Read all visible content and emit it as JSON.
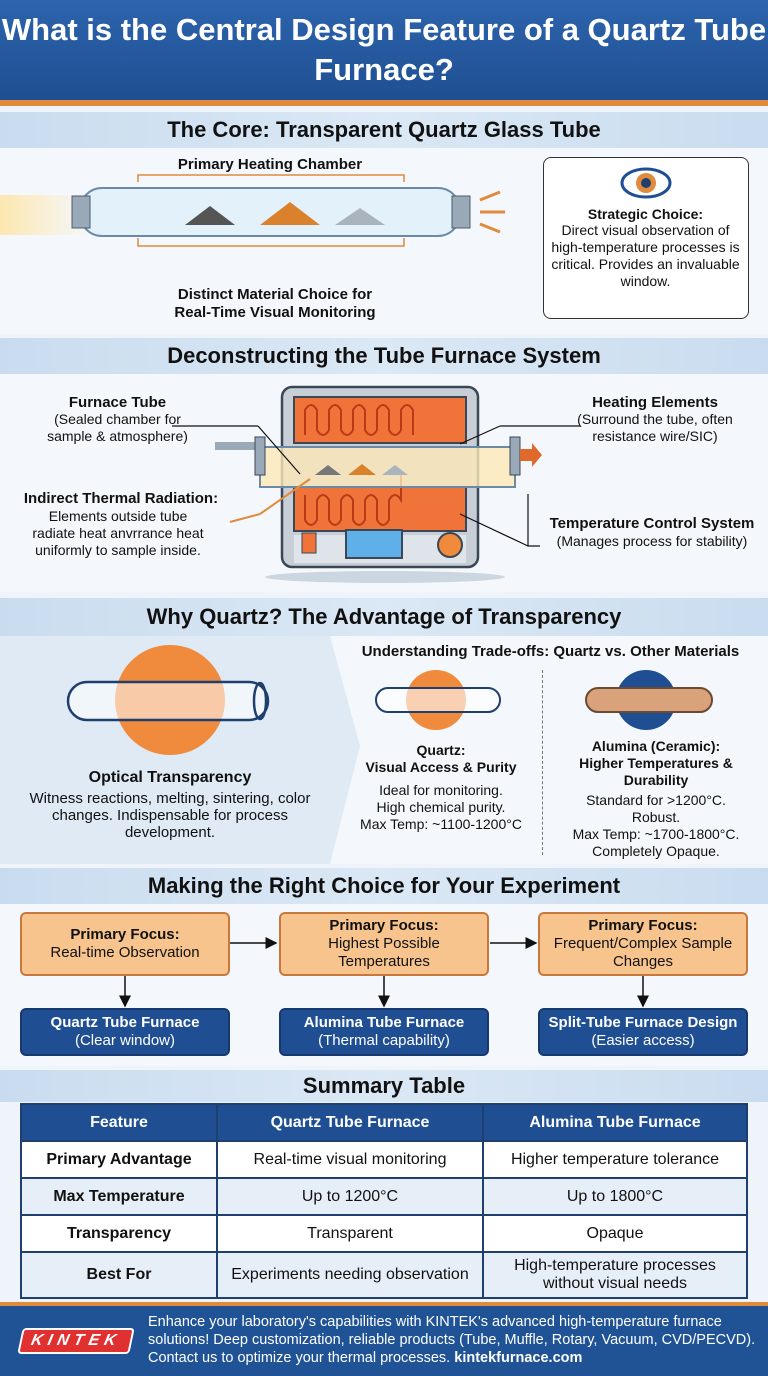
{
  "title": "What is the Central Design Feature of a Quartz Tube Furnace?",
  "s1": {
    "title": "The Core: Transparent Quartz Glass Tube",
    "chamber": "Primary Heating Chamber",
    "caption1": "Distinct Material Choice for",
    "caption2": "Real-Time Visual Monitoring",
    "strategic_title": "Strategic Choice:",
    "strategic_text": "Direct visual observation of high-temperature processes is critical. Provides an invaluable window.",
    "icon": "eye-icon"
  },
  "s2": {
    "title": "Deconstructing the Tube Furnace System",
    "tube_title": "Furnace Tube",
    "tube_text": "(Sealed chamber for sample & atmosphere)",
    "heat_title": "Heating Elements",
    "heat_text": "(Surround the tube, often resistance wire/SIC)",
    "rad_title": "Indirect Thermal Radiation:",
    "rad_text": "Elements outside tube radiate heat anvrrance heat uniformly to sample inside.",
    "ctrl_title": "Temperature Control System",
    "ctrl_text": "(Manages process for stability)"
  },
  "s3": {
    "title": "Why Quartz? The Advantage of Transparency",
    "optical_title": "Optical Transparency",
    "optical_text": "Witness reactions, melting, sintering, color changes. Indispensable for process development.",
    "tradeoff_title": "Understanding Trade-offs: Quartz vs. Other Materials",
    "quartz_title": "Quartz:\nVisual Access & Purity",
    "quartz_l1": "Ideal for monitoring.",
    "quartz_l2": "High chemical purity.",
    "quartz_l3": "Max Temp: ~1100-1200°C",
    "alumina_title": "Alumina (Ceramic):\nHigher Temperatures & Durability",
    "alumina_l1": "Standard for >1200°C.",
    "alumina_l2": "Robust.",
    "alumina_l3": "Max Temp: ~1700-1800°C.",
    "alumina_l4": "Completely Opaque."
  },
  "s4": {
    "title": "Making the Right Choice for Your Experiment",
    "focus_label": "Primary Focus:",
    "items": [
      {
        "focus": "Real-time Observation",
        "result": "Quartz Tube Furnace",
        "sub": "(Clear window)"
      },
      {
        "focus": "Highest Possible Temperatures",
        "result": "Alumina Tube Furnace",
        "sub": "(Thermal capability)"
      },
      {
        "focus": "Frequent/Complex Sample Changes",
        "result": "Split-Tube Furnace Design",
        "sub": "(Easier access)"
      }
    ]
  },
  "s5": {
    "title": "Summary Table",
    "headers": [
      "Feature",
      "Quartz Tube Furnace",
      "Alumina Tube Furnace"
    ],
    "rows": [
      [
        "Primary Advantage",
        "Real-time visual monitoring",
        "Higher temperature tolerance"
      ],
      [
        "Max Temperature",
        "Up to 1200°C",
        "Up to 1800°C"
      ],
      [
        "Transparency",
        "Transparent",
        "Opaque"
      ],
      [
        "Best For",
        "Experiments needing observation",
        "High-temperature processes without visual needs"
      ]
    ]
  },
  "footer": {
    "logo": "KINTEK",
    "text": "Enhance your laboratory's capabilities with KINTEK's advanced high-temperature furnace solutions! Deep customization, reliable products (Tube, Muffle, Rotary, Vacuum, CVD/PECVD). Contact us to optimize your thermal processes. ",
    "link": "kintekfurnace.com"
  },
  "colors": {
    "blue": "#1f4f92",
    "orange": "#e08a3c",
    "light_orange": "#f8c48e"
  }
}
